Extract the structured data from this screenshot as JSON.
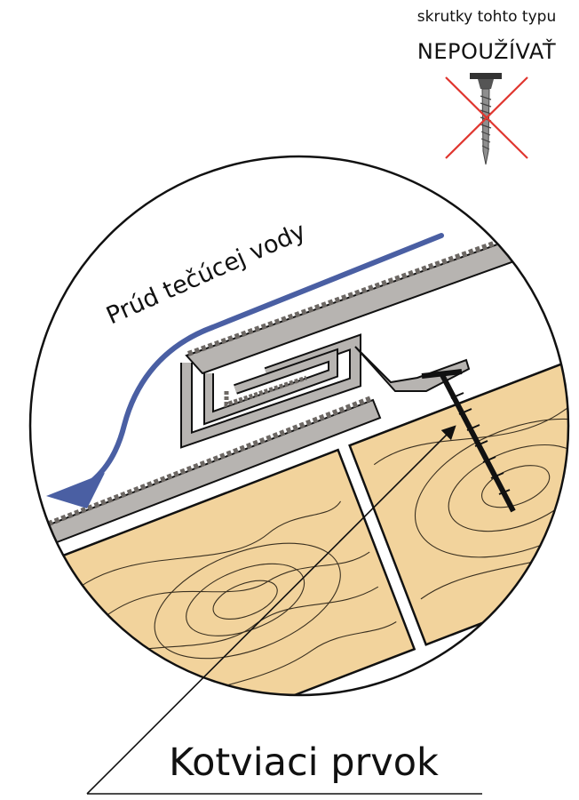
{
  "warning": {
    "line1": "skrutky tohto typu",
    "line2": "NEPOUŽÍVAŤ",
    "icon": "crossed-out-screw-icon",
    "cross_color": "#e0362f"
  },
  "labels": {
    "water_flow": "Prúd tečúcej vody",
    "anchor_element": "Kotviaci prvok"
  },
  "colors": {
    "wood": "#f2d39c",
    "metal": "#b7b4b1",
    "gravel": "#6d6864",
    "arrow": "#4a5fa3",
    "outline": "#111111"
  }
}
